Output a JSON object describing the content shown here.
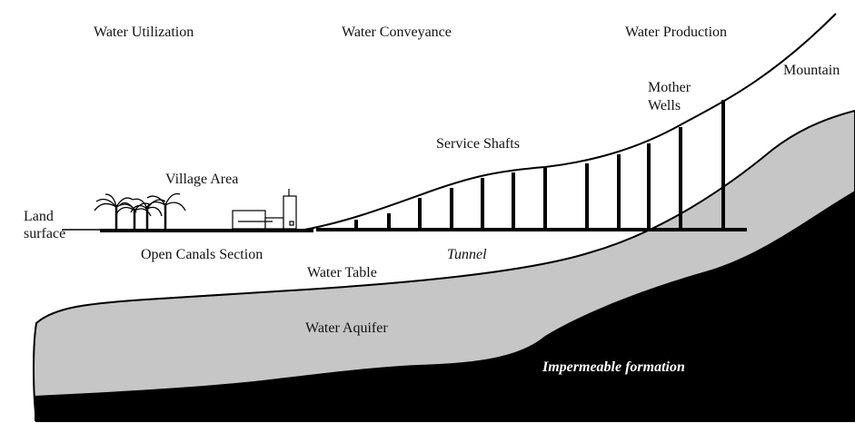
{
  "labels": {
    "water_utilization": "Water Utilization",
    "water_conveyance": "Water Conveyance",
    "water_production": "Water Production",
    "mountain": "Mountain",
    "mother_wells_line1": "Mother",
    "mother_wells_line2": "Wells",
    "service_shafts": "Service Shafts",
    "village_area": "Village Area",
    "land_line1": "Land",
    "land_line2": "surface",
    "open_canals": "Open Canals Section",
    "tunnel": "Tunnel",
    "water_table": "Water Table",
    "water_aquifer": "Water Aquifer",
    "impermeable": "Impermeable formation"
  },
  "colors": {
    "aquifer": "#c6c6c6",
    "impermeable": "#000000",
    "lines": "#000000"
  }
}
